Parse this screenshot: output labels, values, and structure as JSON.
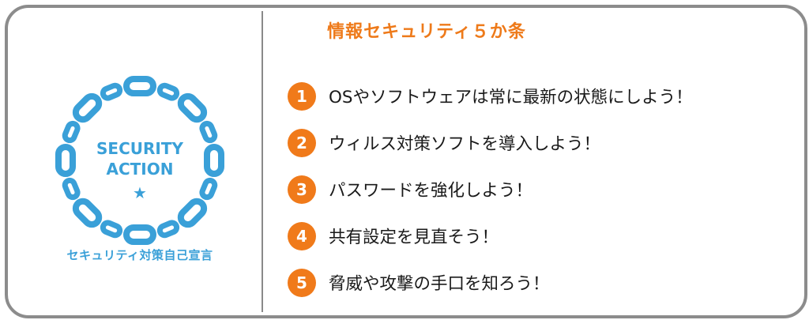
{
  "title": "情報セキュリティ５か条",
  "logo": {
    "line1": "SECURITY",
    "line2": "ACTION",
    "star": "★",
    "caption": "セキュリティ対策自己宣言",
    "color": "#3aa0d8"
  },
  "rules": [
    {
      "number": "1",
      "text": "OSやソフトウェアは常に最新の状態にしよう！"
    },
    {
      "number": "2",
      "text": "ウィルス対策ソフトを導入しよう！"
    },
    {
      "number": "3",
      "text": "パスワードを強化しよう！"
    },
    {
      "number": "4",
      "text": "共有設定を見直そう！"
    },
    {
      "number": "5",
      "text": "脅威や攻撃の手口を知ろう！"
    }
  ],
  "colors": {
    "accent": "#f07a1a",
    "title": "#ee7a1a",
    "frame": "#8c8c8c"
  }
}
